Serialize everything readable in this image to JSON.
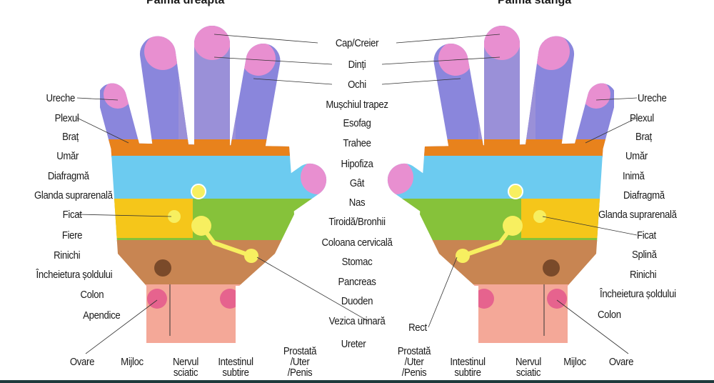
{
  "titles": {
    "left": "Palma dreaptă",
    "right": "Palma stângă"
  },
  "center_labels": [
    "Cap/Creier",
    "Dinți",
    "Ochi",
    "Mușchiul trapez",
    "Esofag",
    "Trahee",
    "Hipofiza",
    "Gât",
    "Nas",
    "Tiroidă/Bronhii",
    "Coloana cervicală",
    "Stomac",
    "Pancreas",
    "Duoden",
    "Vezica urinară",
    "Ureter",
    "Rect"
  ],
  "left_labels": [
    "Ureche",
    "Plexul",
    "Braț",
    "Umăr",
    "Diafragmă",
    "Glanda suprarenală",
    "Ficat",
    "Fiere",
    "Rinichi",
    "Încheietura șoldului",
    "Colon",
    "Apendice"
  ],
  "right_labels": [
    "Ureche",
    "Plexul",
    "Braț",
    "Umăr",
    "Inimă",
    "Diafragmă",
    "Glanda suprarenală",
    "Ficat",
    "Splină",
    "Rinichi",
    "Încheietura șoldului",
    "Colon"
  ],
  "bottom_left": [
    "Ovare",
    "Mijloc",
    "Nervul\nsciatic",
    "Intestinul\nsubtire",
    "Prostată\n/Uter\n/Penis"
  ],
  "bottom_right": [
    "Prostată\n/Uter\n/Penis",
    "Intestinul\nsubtire",
    "Nervul\nsciatic",
    "Mijloc",
    "Ovare"
  ],
  "colors": {
    "finger": "#8a86dc",
    "fingertip": "#e88fd0",
    "orange": "#e8821c",
    "blue": "#6ccbf0",
    "yellow": "#f5d21a",
    "green": "#86c23a",
    "brown": "#c88552",
    "wrist": "#f4a898"
  }
}
